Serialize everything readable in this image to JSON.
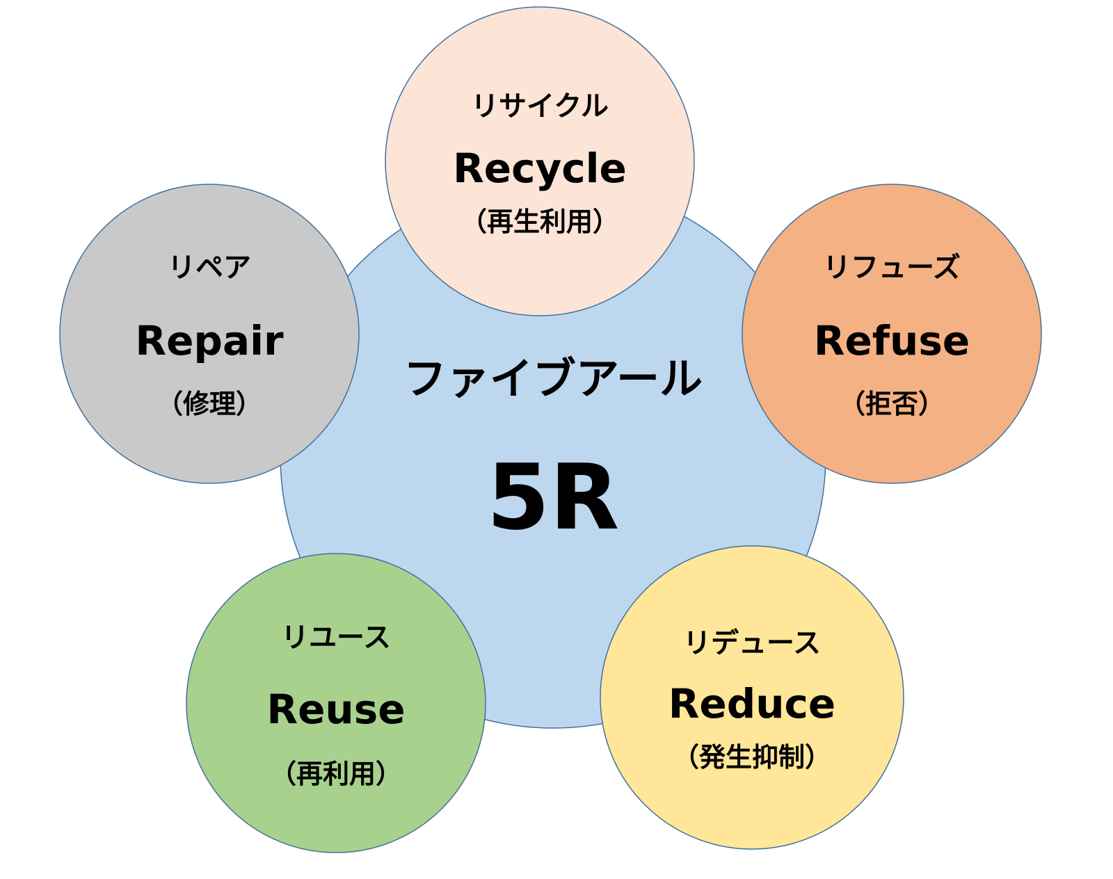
{
  "center": {
    "kana": "ファイブアール",
    "title": "5R",
    "color": "#BDD7EE"
  },
  "items": [
    {
      "kana": "リサイクル",
      "name": "Recycle",
      "meaning": "（再生利用）",
      "color": "#FCE4D6"
    },
    {
      "kana": "リフューズ",
      "name": "Refuse",
      "meaning": "（拒否）",
      "color": "#F4B183"
    },
    {
      "kana": "リデュース",
      "name": "Reduce",
      "meaning": "（発生抑制）",
      "color": "#FFE699"
    },
    {
      "kana": "リユース",
      "name": "Reuse",
      "meaning": "（再利用）",
      "color": "#A9D18E"
    },
    {
      "kana": "リペア",
      "name": "Repair",
      "meaning": "（修理）",
      "color": "#C9C9C9"
    }
  ],
  "stroke_color": "#41719C"
}
